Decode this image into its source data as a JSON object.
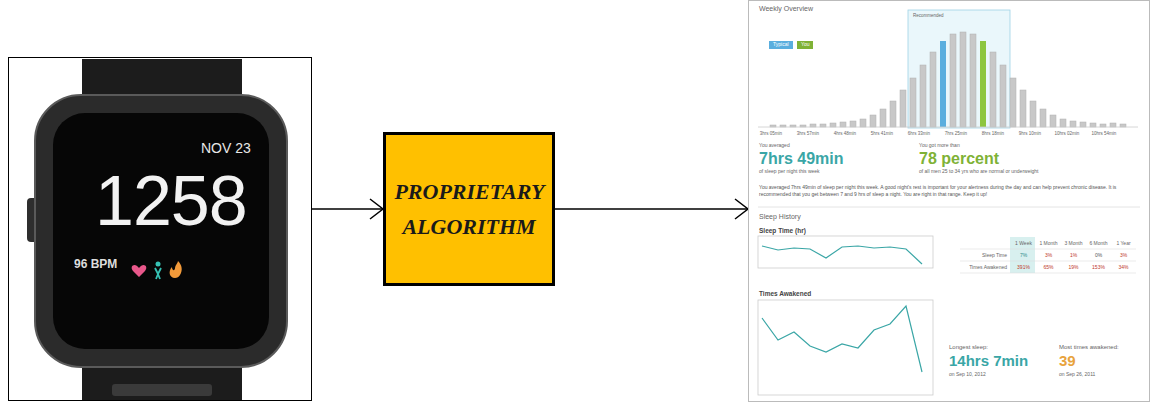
{
  "diagram": {
    "nodes": [
      {
        "text": [
          "NOV 23",
          "1258",
          "96 BPM"
        ]
      },
      {
        "text": [
          "PROPRIETARY ALGORITHM"
        ]
      },
      {
        "text": [
          "Weekly Overview",
          "Typical",
          "You",
          "Recommended",
          "3hrs 05min",
          "3hrs 57min",
          "4hrs 48min",
          "5hrs 41min",
          "6hrs 33min",
          "7hrs 25min",
          "8hrs 18min",
          "9hrs 10min",
          "10hrs 02min",
          "10hrs 54min",
          "You averaged",
          "7hrs 49min",
          "of sleep per night this week",
          "You got more than",
          "78 percent",
          "of all men 25 to 34 yrs who are normal or underweight",
          "You averaged 7hrs 49min of sleep per night this week. A good night's rest is important for your alertness during the day and can help prevent chronic disease. It is recommended that you get between 7 and 9 hrs of sleep a night. You are right in that range. Keep it up!",
          "Sleep History",
          "Sleep Time (hr)",
          "Times Awakened",
          "1 Week",
          "1 Month",
          "3 Month",
          "6 Month",
          "1 Year",
          "Sleep Time",
          "7%",
          "3%",
          "1%",
          "0%",
          "3%",
          "Times Awakened",
          "391%",
          "65%",
          "19%",
          "153%",
          "34%",
          "Longest sleep:",
          "14hrs 7min",
          "on Sep 10, 2012",
          "Most times awakened:",
          "39",
          "on Sep 26, 2011"
        ]
      }
    ],
    "edges": [
      {
        "from": 0,
        "to": 1,
        "arrow": "to"
      },
      {
        "from": 1,
        "to": 2,
        "arrow": "to"
      }
    ]
  }
}
